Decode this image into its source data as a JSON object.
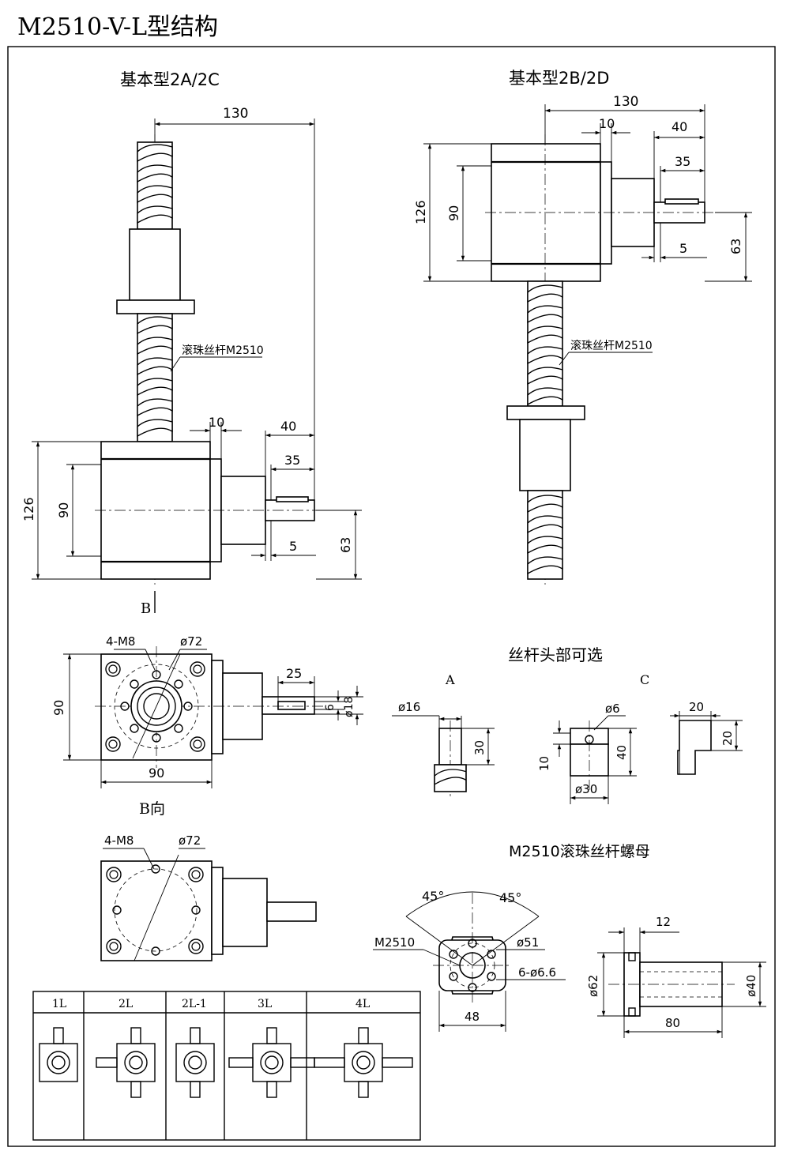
{
  "title": "M2510-V-L型结构",
  "views": {
    "left_title": "基本型2A/2C",
    "right_title": "基本型2B/2D",
    "screw_label": "滚珠丝杆M2510",
    "view_b_mark": "B",
    "view_b_label": "B向",
    "head_title": "丝杆头部可选",
    "head_a": "A",
    "head_c": "C",
    "nut_title": "M2510滚珠丝杆螺母"
  },
  "dims": {
    "d130": "130",
    "d10": "10",
    "d40": "40",
    "d35": "35",
    "d126": "126",
    "d90": "90",
    "d63": "63",
    "d5": "5",
    "b_4m8": "4-M8",
    "b_72": "ø72",
    "b_25": "25",
    "b_6": "6",
    "b_18": "ø18",
    "b_90h": "90",
    "b_90v": "90",
    "a_16": "ø16",
    "a_30": "30",
    "c_6": "ø6",
    "c_10": "10",
    "c_40": "40",
    "c_30": "ø30",
    "c_20w": "20",
    "c_20h": "20",
    "n_45a": "45°",
    "n_45b": "45°",
    "n_m2510": "M2510",
    "n_51": "ø51",
    "n_66": "6-ø6.6",
    "n_48": "48",
    "n_12": "12",
    "n_62": "ø62",
    "n_40": "ø40",
    "n_80": "80"
  },
  "configs": [
    "1L",
    "2L",
    "2L-1",
    "3L",
    "4L"
  ]
}
